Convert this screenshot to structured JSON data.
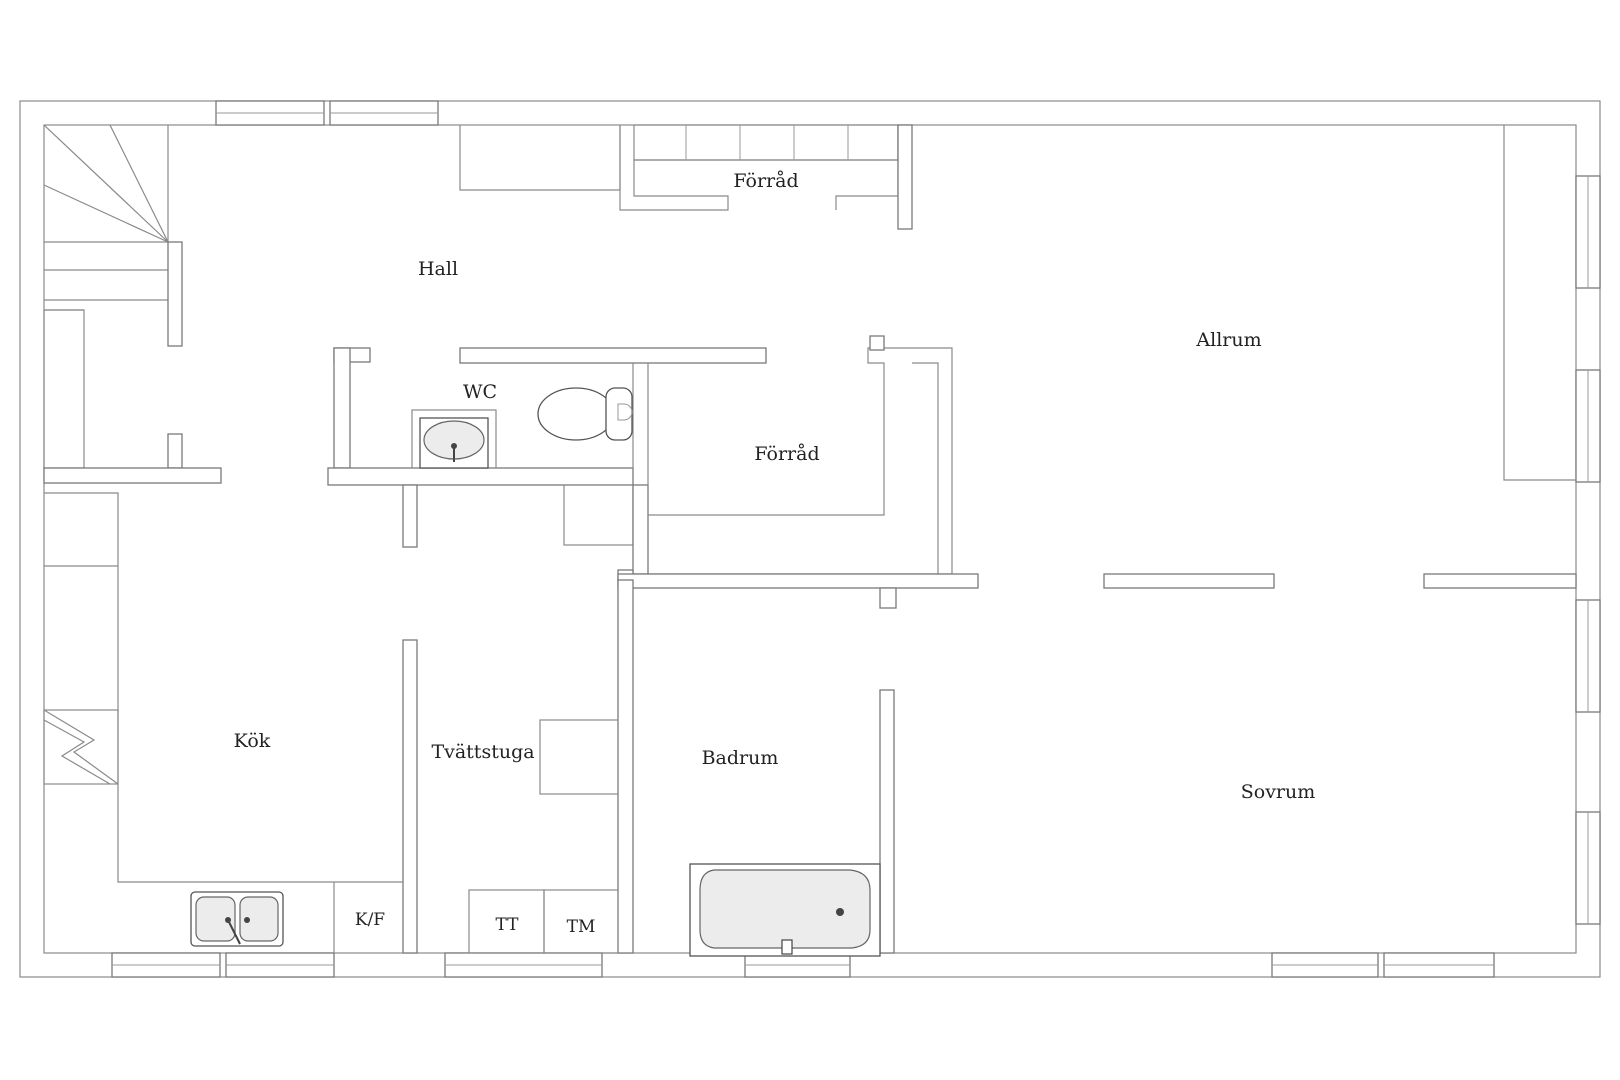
{
  "rooms": {
    "hall": "Hall",
    "forrad_top": "Förråd",
    "allrum": "Allrum",
    "wc": "WC",
    "forrad_mid": "Förråd",
    "kok": "Kök",
    "tvattstuga": "Tvättstuga",
    "badrum": "Badrum",
    "sovrum": "Sovrum"
  },
  "appliances": {
    "kf": "K/F",
    "tt": "TT",
    "tm": "TM"
  },
  "icons": [
    "staircase-icon",
    "toilet-icon",
    "washbasin-icon",
    "sink-icon",
    "bathtub-icon",
    "fireplace-icon"
  ]
}
